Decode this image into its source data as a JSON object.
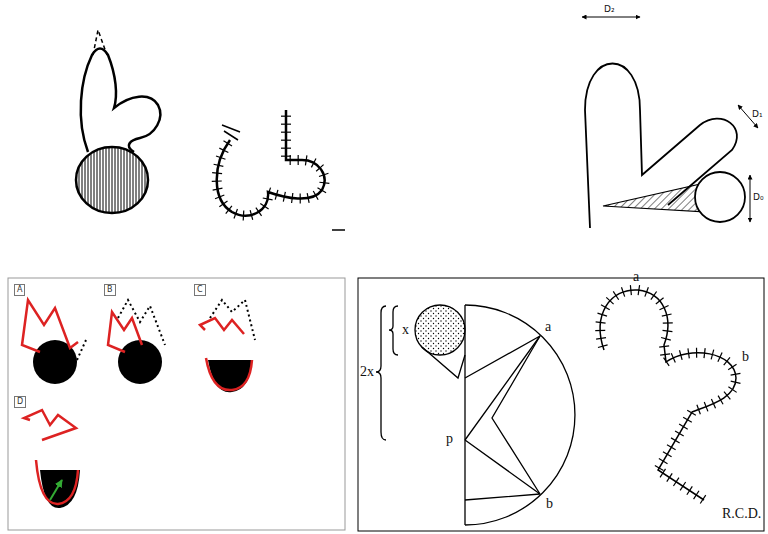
{
  "diagram": {
    "labels": [
      "D₂",
      "D₁",
      "D₀",
      "A",
      "B",
      "C",
      "D",
      "2x",
      "x",
      "a",
      "p",
      "b",
      "a",
      "b",
      "R.C.D."
    ]
  }
}
